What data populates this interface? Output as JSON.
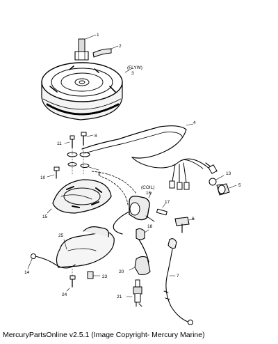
{
  "diagram": {
    "callouts": [
      {
        "id": "1",
        "text": "1"
      },
      {
        "id": "2",
        "text": "2"
      },
      {
        "id": "3",
        "text": "3"
      },
      {
        "id": "4",
        "text": "4"
      },
      {
        "id": "5",
        "text": "5"
      },
      {
        "id": "6",
        "text": "6"
      },
      {
        "id": "7",
        "text": "7"
      },
      {
        "id": "8",
        "text": "8"
      },
      {
        "id": "9",
        "text": "9"
      },
      {
        "id": "10",
        "text": "10"
      },
      {
        "id": "11",
        "text": "11"
      },
      {
        "id": "13",
        "text": "13"
      },
      {
        "id": "14",
        "text": "14"
      },
      {
        "id": "15",
        "text": "15"
      },
      {
        "id": "16",
        "text": "16"
      },
      {
        "id": "17",
        "text": "17"
      },
      {
        "id": "18",
        "text": "18"
      },
      {
        "id": "20",
        "text": "20"
      },
      {
        "id": "21",
        "text": "21"
      },
      {
        "id": "23",
        "text": "23"
      },
      {
        "id": "24",
        "text": "24"
      },
      {
        "id": "25",
        "text": "25"
      }
    ],
    "flywheel_note": "(FLYW)",
    "coil_note": "(COIL)"
  },
  "caption": "MercuryPartsOnline v2.5.1 (Image Copyright- Mercury Marine)"
}
